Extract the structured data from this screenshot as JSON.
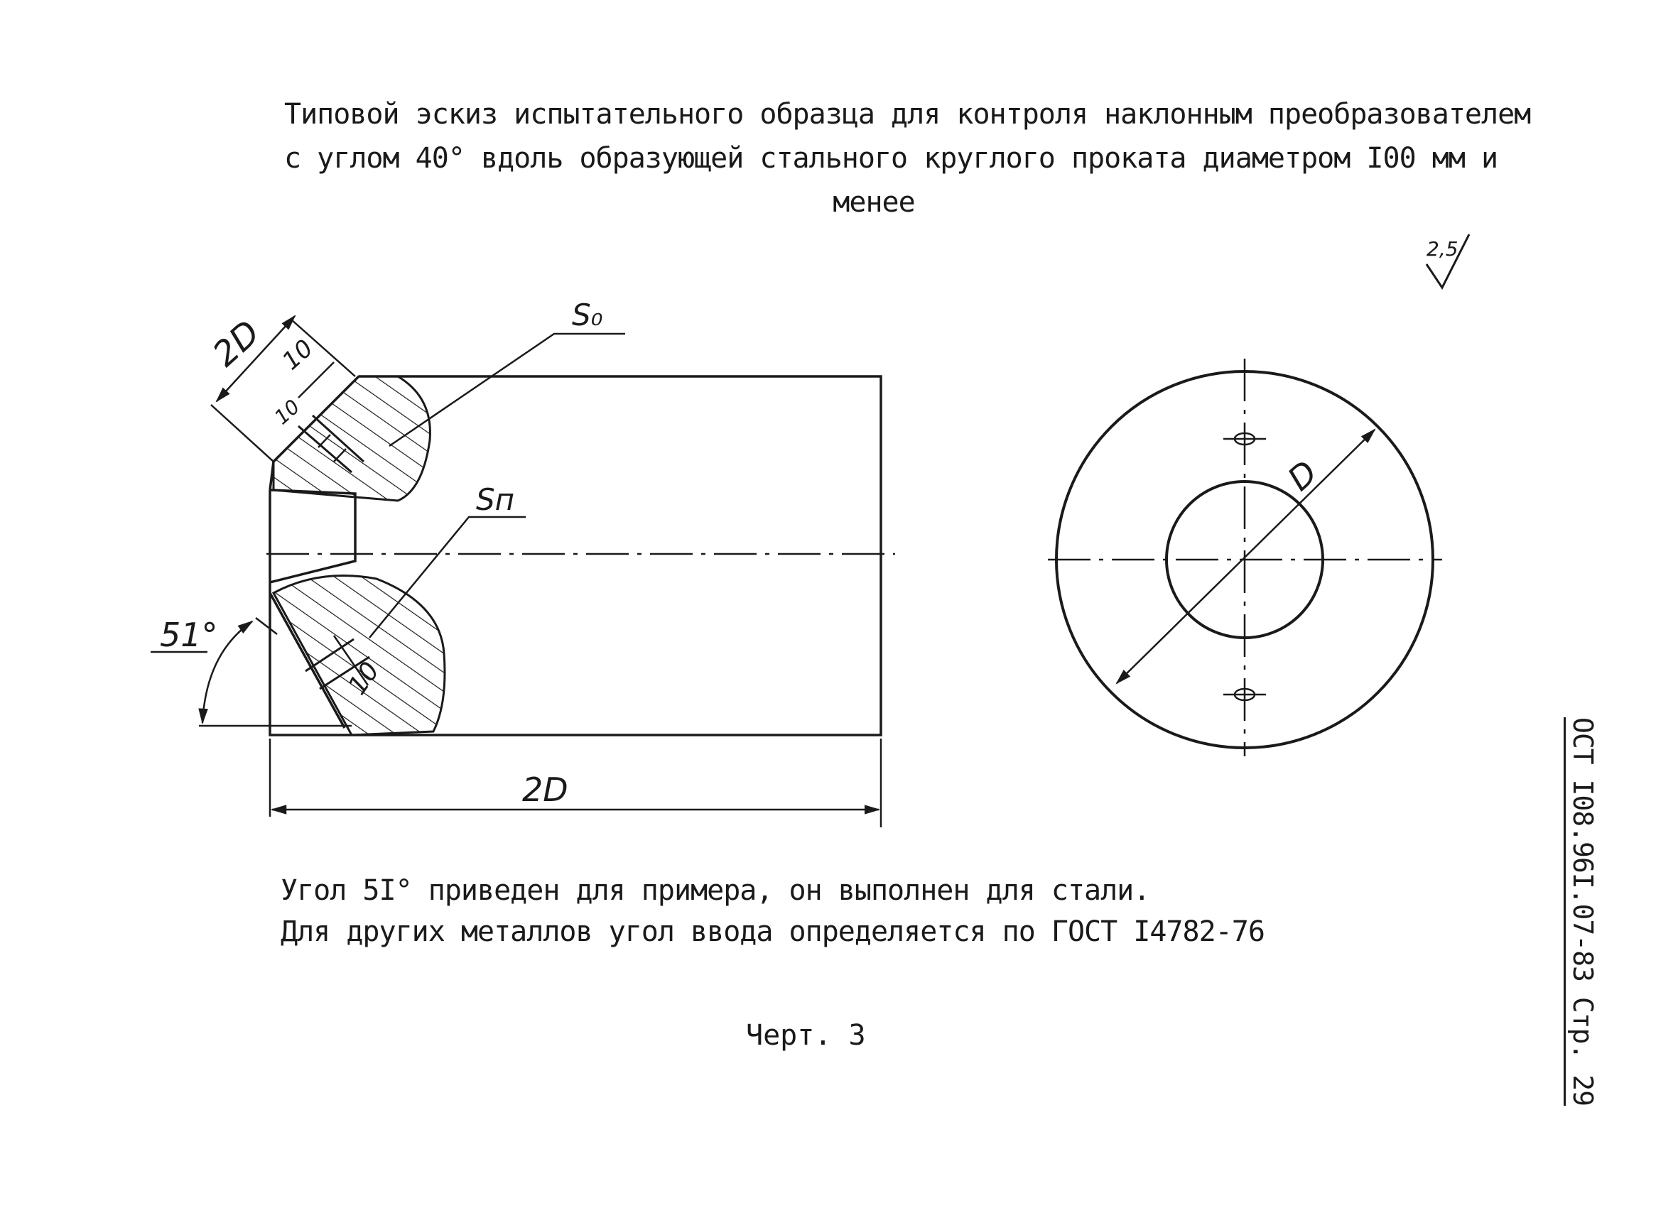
{
  "title": {
    "line1": "Типовой эскиз испытательного образца для контроля наклонным преобразователем",
    "line2": "с углом 40° вдоль образующей стального круглого проката диаметром I00 мм и",
    "line3": "менее"
  },
  "roughness": "2,5",
  "labels": {
    "s0": "S₀",
    "sn": "Sп",
    "dim_2d_top": "2D",
    "dim_10_a": "10",
    "dim_10_b": "10",
    "dim_10_c": "10",
    "angle": "51°",
    "dim_2d_bottom": "2D",
    "diameter": "D"
  },
  "notes": {
    "line1": "Угол 5I° приведен для примера, он выполнен для стали.",
    "line2": "Для других металлов угол ввода определяется по ГОСТ I4782-76"
  },
  "caption": "Черт. 3",
  "side_stamp": "ОСТ I08.96I.07-83 Стр. 29"
}
